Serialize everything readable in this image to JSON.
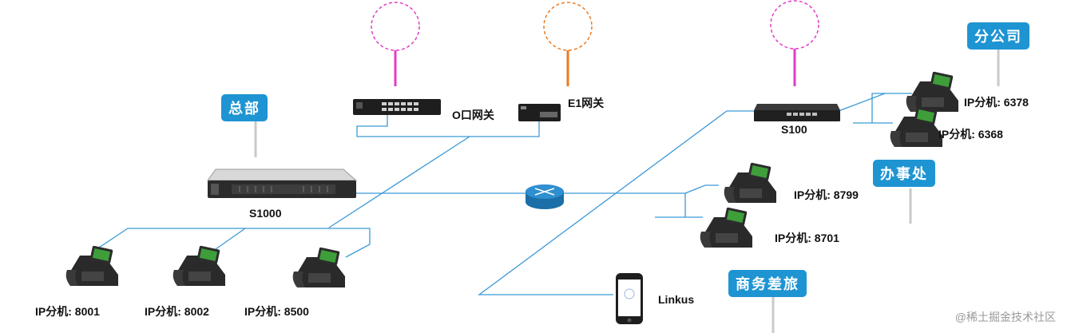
{
  "tags": {
    "hq": "总部",
    "branch": "分公司",
    "office": "办事处",
    "travel": "商务差旅"
  },
  "devices": {
    "s1000": "S1000",
    "s100": "S100",
    "o_gateway": "O口网关",
    "e1_gateway": "E1网关",
    "linkus": "Linkus"
  },
  "phones": {
    "p8001": "IP分机: 8001",
    "p8002": "IP分机: 8002",
    "p8500": "IP分机: 8500",
    "p6378": "IP分机: 6378",
    "p6368": "IP分机: 6368",
    "p8799": "IP分机: 8799",
    "p8701": "IP分机: 8701"
  },
  "watermark": "@稀土掘金技术社区",
  "colors": {
    "line": "#3b9ad6",
    "tag_bg": "#1e94d2",
    "fxo_trunk": "#e23cc8",
    "e1_trunk": "#ee7a1e",
    "stem": "#c9c9c9"
  }
}
